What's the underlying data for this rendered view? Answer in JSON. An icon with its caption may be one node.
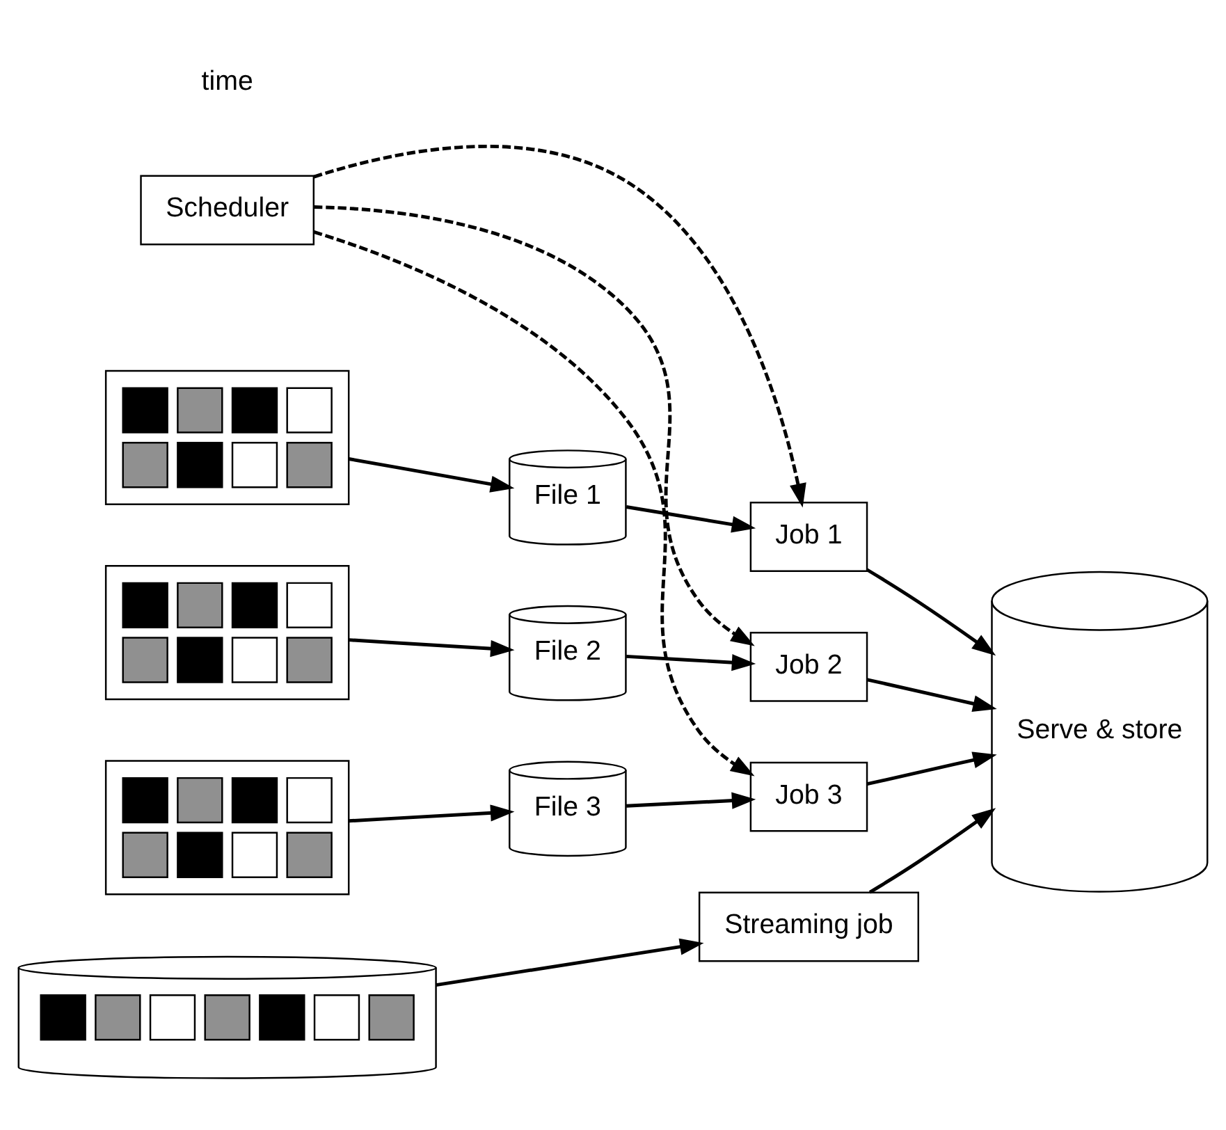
{
  "diagram": {
    "nodes": [
      {
        "text": [
          "Scheduler"
        ]
      },
      {
        "text": [],
        "shape": "box"
      },
      {
        "text": [
          "File 1"
        ]
      },
      {
        "text": [
          "Job 1"
        ]
      },
      {
        "text": [
          "Serve & store"
        ]
      },
      {
        "text": [],
        "shape": "box"
      },
      {
        "text": [
          "File 2"
        ]
      },
      {
        "text": [
          "Job 2"
        ]
      },
      {
        "text": [],
        "shape": "box"
      },
      {
        "text": [
          "File 3"
        ]
      },
      {
        "text": [
          "Job 3"
        ]
      },
      {
        "text": [],
        "shape": "cylinder"
      },
      {
        "text": [
          "Streaming job"
        ]
      }
    ],
    "edges": [
      {
        "from": 1,
        "to": 2,
        "arrow": "to"
      },
      {
        "from": 2,
        "to": 3,
        "arrow": "to"
      },
      {
        "from": 3,
        "to": 4,
        "arrow": "to"
      },
      {
        "from": 0,
        "to": 3,
        "arrow": "to",
        "style": "dashed"
      },
      {
        "from": 0,
        "to": 7,
        "arrow": "to",
        "style": "dashed"
      },
      {
        "from": 0,
        "to": 10,
        "arrow": "to",
        "style": "dashed"
      },
      {
        "from": 5,
        "to": 6,
        "arrow": "to"
      },
      {
        "from": 6,
        "to": 7,
        "arrow": "to"
      },
      {
        "from": 7,
        "to": 4,
        "arrow": "to"
      },
      {
        "from": 8,
        "to": 9,
        "arrow": "to"
      },
      {
        "from": 9,
        "to": 10,
        "arrow": "to"
      },
      {
        "from": 10,
        "to": 4,
        "arrow": "to"
      },
      {
        "from": 11,
        "to": 12,
        "arrow": "to"
      },
      {
        "from": 12,
        "to": 4,
        "arrow": "to"
      }
    ],
    "labels": [
      "time"
    ]
  }
}
